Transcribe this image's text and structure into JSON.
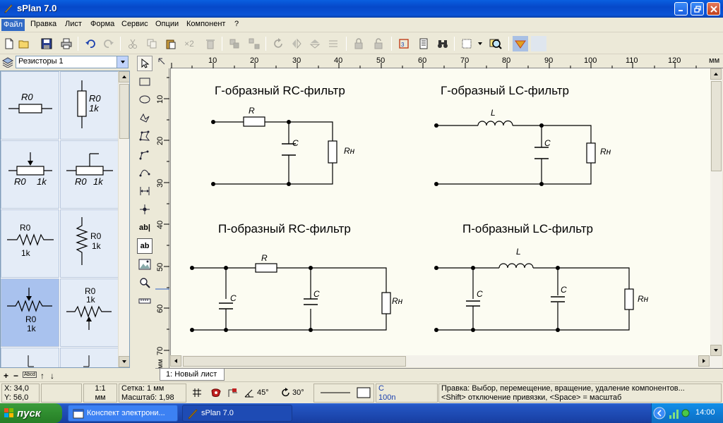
{
  "window": {
    "title": "sPlan 7.0"
  },
  "menu": {
    "items": [
      "Файл",
      "Правка",
      "Лист",
      "Форма",
      "Сервис",
      "Опции",
      "Компонент",
      "?"
    ]
  },
  "toolbar": {
    "multiply_label": "×2"
  },
  "library": {
    "selected": "Резисторы 1",
    "items": [
      {
        "label1": "R0",
        "label2": ""
      },
      {
        "label1": "R0",
        "label2": "1k"
      },
      {
        "label1": "R0",
        "label2": "1k"
      },
      {
        "label1": "R0",
        "label2": "1k"
      },
      {
        "label1": "R0",
        "label2": "1k"
      },
      {
        "label1": "R0",
        "label2": "1k"
      },
      {
        "label1": "R0",
        "label2": "1k"
      },
      {
        "label1": "R0",
        "label2": "1k"
      }
    ],
    "footer": {
      "plus": "+",
      "minus": "−",
      "abcd": "Abcd",
      "up": "↑",
      "down": "↓"
    }
  },
  "tools": {
    "text_label": "ab|",
    "text_box_label": "ab"
  },
  "ruler": {
    "top_ticks": [
      "10",
      "20",
      "30",
      "40",
      "50",
      "60",
      "70",
      "80",
      "90",
      "100",
      "110",
      "120"
    ],
    "left_ticks": [
      "10",
      "20",
      "30",
      "40",
      "50",
      "60",
      "70"
    ],
    "unit": "мм"
  },
  "schematic": {
    "titles": [
      "Г-образный RC-фильтр",
      "Г-образный LC-фильтр",
      "П-образный RC-фильтр",
      "П-образный LC-фильтр"
    ],
    "labels": {
      "r": "R",
      "c": "C",
      "l": "L",
      "rn": "Rн"
    }
  },
  "sheet_tabs": [
    "1: Новый лист"
  ],
  "status": {
    "x": "X: 34,0",
    "y": "Y: 56,0",
    "scale_ratio": "1:1",
    "scale_unit": "мм",
    "grid": "Сетка: 1 мм",
    "zoom": "Масштаб:   1,98",
    "angle1": "45°",
    "angle2": "30°",
    "component_letter": "C",
    "component_value": "100n",
    "hint1": "Правка: Выбор, перемещение, вращение, удаление компонентов...",
    "hint2": "<Shift> отключение привязки, <Space> = масштаб"
  },
  "taskbar": {
    "start": "пуск",
    "tasks": [
      {
        "label": "Конспект электрони...",
        "active": false
      },
      {
        "label": "sPlan 7.0",
        "active": true
      }
    ],
    "clock": "14:00"
  },
  "colors": {
    "title_blue": "#0648c9",
    "selection_blue": "#316ac5",
    "sheet_bg": "#fcfcf2",
    "accent_red": "#c0401c"
  }
}
